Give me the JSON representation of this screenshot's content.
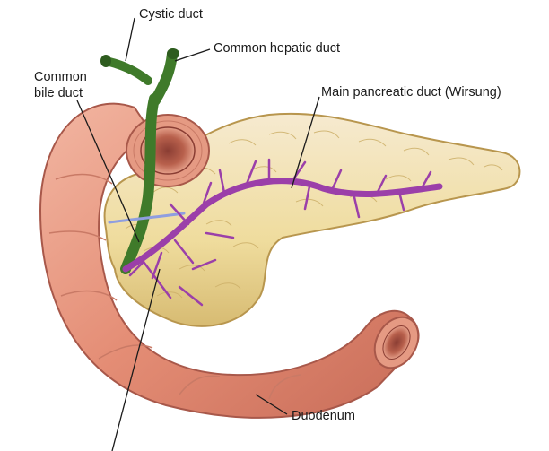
{
  "labels": {
    "cystic_duct": "Cystic duct",
    "common_hepatic_duct": "Common hepatic duct",
    "common_bile_duct_line1": "Common",
    "common_bile_duct_line2": "bile duct",
    "main_pancreatic_duct": "Main pancreatic duct (Wirsung)",
    "duodenum": "Duodenum"
  },
  "colors": {
    "duodenum": "#e7967e",
    "duodenum_shadow": "#b8604c",
    "pancreas": "#f1e0a2",
    "pancreas_shadow": "#c9aa5c",
    "pancreatic_duct": "#9b3fa9",
    "bile_duct": "#3f7a2a",
    "minor_duct_blue": "#8f9ee0"
  }
}
